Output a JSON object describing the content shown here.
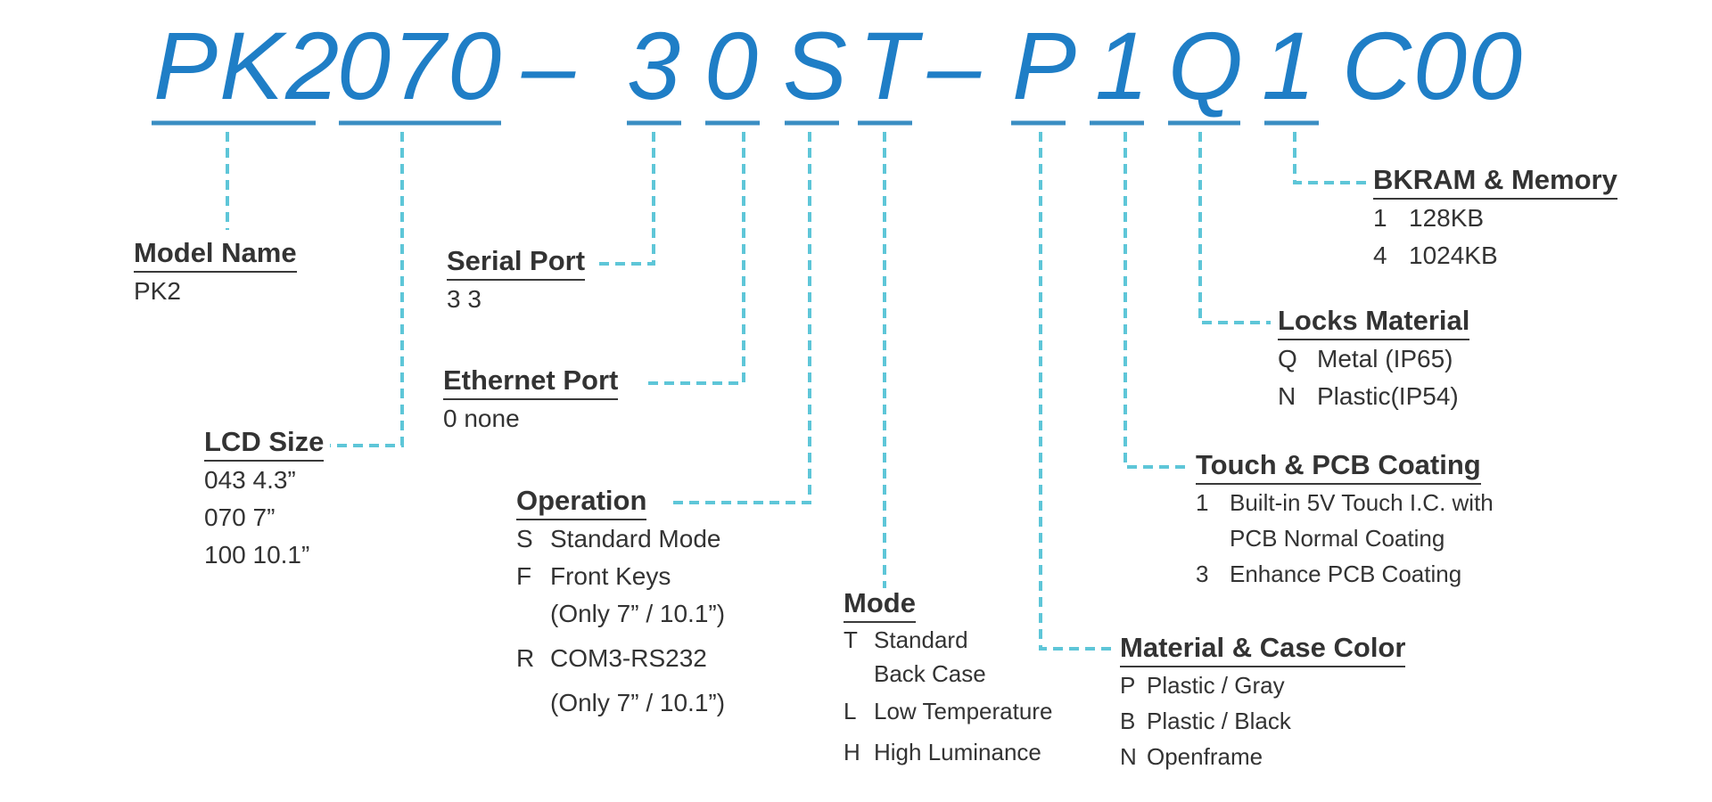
{
  "colors": {
    "code_blue": "#1f7ec6",
    "bar_blue": "#3a8ec3",
    "dash_cyan": "#5ec6d8",
    "text": "#333333"
  },
  "code_segments": [
    "PK2",
    "070",
    "–",
    "3",
    "0",
    "S",
    "T",
    "–",
    "P",
    "1",
    "Q",
    "1",
    "C00"
  ],
  "groups": {
    "model_name": {
      "title": "Model Name",
      "rows": [
        "PK2"
      ]
    },
    "lcd_size": {
      "title": "LCD Size",
      "rows": [
        "043  4.3”",
        "070  7”",
        "100  10.1”"
      ]
    },
    "serial_port": {
      "title": "Serial Port",
      "rows": [
        "3  3"
      ]
    },
    "ethernet_port": {
      "title": "Ethernet Port",
      "rows": [
        "0  none"
      ]
    },
    "operation": {
      "title": "Operation",
      "rows": [
        {
          "code": "S",
          "text": "Standard Mode"
        },
        {
          "code": "F",
          "text": "Front Keys"
        },
        {
          "code": "",
          "text": "(Only 7” / 10.1”)"
        },
        {
          "code": "R",
          "text": "COM3-RS232"
        },
        {
          "code": "",
          "text": "(Only 7” / 10.1”)"
        }
      ]
    },
    "mode": {
      "title": "Mode",
      "rows": [
        {
          "code": "T",
          "text": "Standard"
        },
        {
          "code": "",
          "text": "Back Case"
        },
        {
          "code": "L",
          "text": "Low Temperature"
        },
        {
          "code": "H",
          "text": "High Luminance"
        }
      ]
    },
    "material_case_color": {
      "title": "Material & Case Color",
      "rows": [
        {
          "code": "P",
          "text": "Plastic / Gray"
        },
        {
          "code": "B",
          "text": "Plastic / Black"
        },
        {
          "code": "N",
          "text": "Openframe"
        }
      ]
    },
    "touch_pcb_coating": {
      "title": "Touch & PCB Coating",
      "rows": [
        {
          "code": "1",
          "text": "Built-in 5V Touch I.C. with"
        },
        {
          "code": "",
          "text": "PCB Normal Coating"
        },
        {
          "code": "3",
          "text": "Enhance  PCB Coating"
        }
      ]
    },
    "locks_material": {
      "title": "Locks Material",
      "rows": [
        {
          "code": "Q",
          "text": "Metal (IP65)"
        },
        {
          "code": "N",
          "text": "Plastic(IP54)"
        }
      ]
    },
    "bkram_memory": {
      "title": "BKRAM & Memory",
      "rows": [
        {
          "code": "1",
          "text": "128KB"
        },
        {
          "code": "4",
          "text": "1024KB"
        }
      ]
    }
  }
}
